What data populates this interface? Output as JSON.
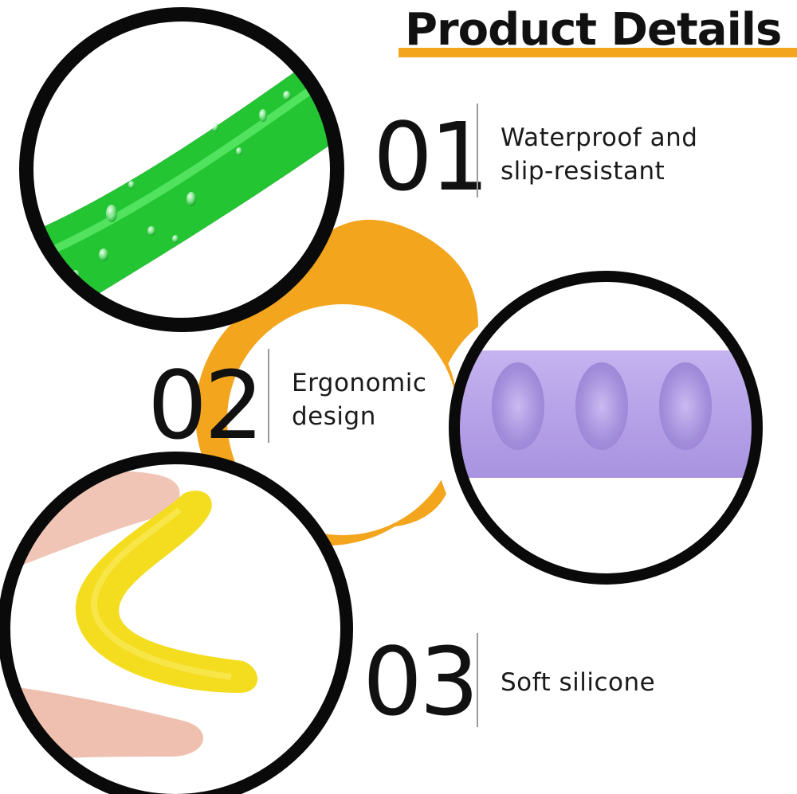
{
  "title": "Product Details",
  "features": [
    {
      "number": "01",
      "line1": "Waterproof and",
      "line2": "slip-resistant",
      "image": "green silicone tube with water droplets"
    },
    {
      "number": "02",
      "line1": "Ergonomic",
      "line2": "design",
      "image": "purple silicone grip with finger recesses"
    },
    {
      "number": "03",
      "line1": "Soft silicone",
      "line2": "",
      "image": "fingers bending yellow silicone grip"
    }
  ],
  "colors": {
    "accent": "#f2a51d",
    "ring": "#0a0a0a",
    "green": "#29e83c",
    "purple": "#b7a4e6",
    "yellow": "#f4dc1e",
    "skin": "#f1c5b6"
  }
}
